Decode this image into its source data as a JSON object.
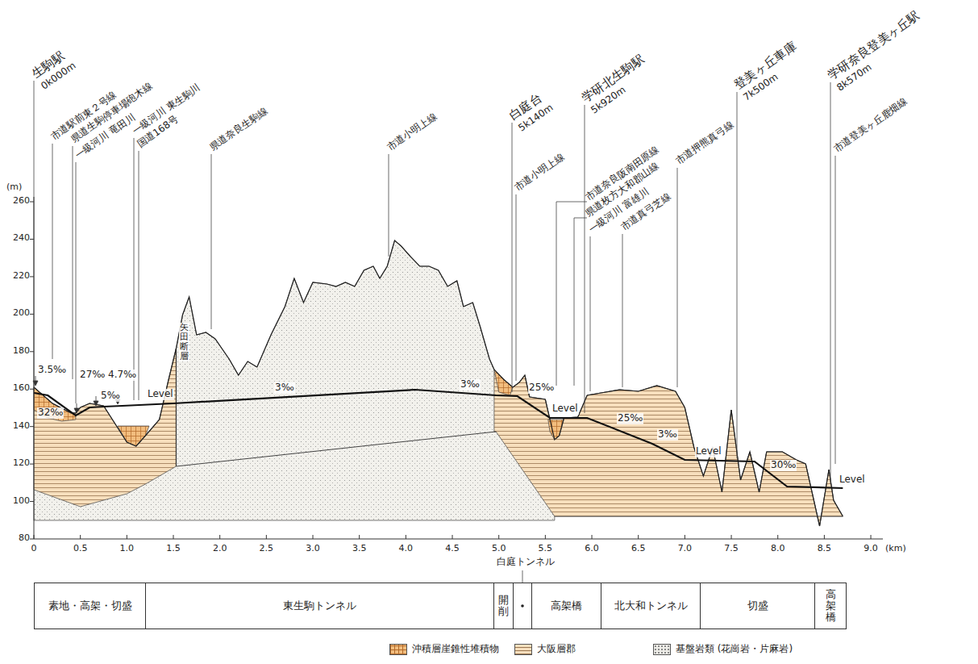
{
  "diagram": {
    "nodes": [
      {
        "text": [
          "素地・高架・切盛"
        ]
      },
      {
        "text": [
          "東生駒トンネル"
        ]
      },
      {
        "text": [
          "開削"
        ]
      },
      {
        "text": [
          "高架橋"
        ]
      },
      {
        "text": [
          "北大和トンネル"
        ]
      },
      {
        "text": [
          "切盛"
        ]
      },
      {
        "text": [
          "高架橋"
        ]
      }
    ],
    "labels": [
      "生駒駅",
      "0k000m",
      "市道駅前東２号線",
      "県道生駒停車場砲木線",
      "一級河川 竜田川",
      "一級河川 東生駒川",
      "国道168号",
      "県道奈良生駒線",
      "市道小明上線",
      "白庭台",
      "5k140m",
      "市道小明上線",
      "学研北生駒駅",
      "5k920m",
      "市道奈良阪南田原線",
      "県道枚方大和郡山線",
      "一級河川 富雄川",
      "市道真弓芝線",
      "市道押熊真弓線",
      "登美ヶ丘車庫",
      "7k500m",
      "学研奈良登美ヶ丘駅",
      "8k570m",
      "市道登美ヶ丘鹿畑線",
      "3.5‰",
      "32‰",
      "27‰",
      "5‰",
      "4.7‰",
      "Level",
      "3‰",
      "3‰",
      "25‰",
      "Level",
      "25‰",
      "3‰",
      "Level",
      "30‰",
      "Level",
      "矢田断層",
      "(m)",
      "260",
      "240",
      "220",
      "200",
      "180",
      "160",
      "140",
      "120",
      "100",
      "80",
      "0",
      "0.5",
      "1.0",
      "1.5",
      "2.0",
      "2.5",
      "3.0",
      "3.5",
      "4.0",
      "4.5",
      "5.0",
      "5.5",
      "6.0",
      "6.5",
      "7.0",
      "7.5",
      "8.0",
      "8.5",
      "9.0",
      "(km)",
      "白庭トンネル"
    ],
    "legend": [
      {
        "text": "沖積層崖錐性堆積物",
        "color": "#f2bd7e"
      },
      {
        "text": "大阪層郡",
        "color": "#f7e0bf"
      },
      {
        "text": "基盤岩類 (花崗岩・片麻岩)",
        "color": "#eeede8"
      }
    ]
  }
}
